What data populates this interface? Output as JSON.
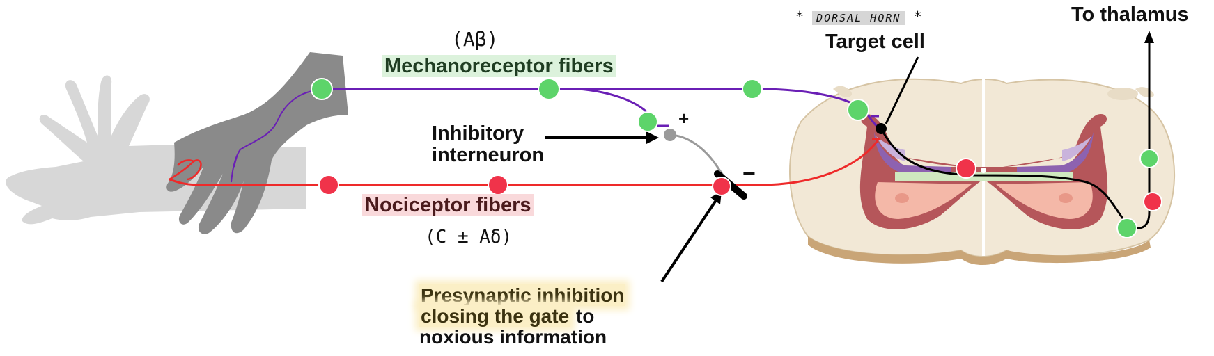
{
  "labels": {
    "mechano_greek": "(Aβ)",
    "mechano": "Mechanoreceptor fibers",
    "inhibitory_1": "Inhibitory",
    "inhibitory_2": "interneuron",
    "nociceptor": "Nociceptor fibers",
    "nociceptor_greek": "(C   ± Aδ)",
    "presynaptic_1": "Presynaptic inhibition",
    "presynaptic_2a": "closing the gate",
    "presynaptic_2b": " to",
    "presynaptic_3": "noxious information",
    "plus": "+",
    "minus": "−",
    "dorsal_star_left": "*",
    "dorsal_horn": "DORSAL HORN",
    "dorsal_star_right": "*",
    "target_cell": "Target cell",
    "to_thalamus": "To thalamus"
  },
  "colors": {
    "mechano_fiber": "#6a1fb5",
    "nociceptor_fiber": "#ee2a2a",
    "green_node": "#5dd46a",
    "red_node": "#f0334a",
    "interneuron": "#9a9a9a",
    "hand_dark": "#8a8a8a",
    "hand_light": "#d7d7d7",
    "cord_outer": "#f2e8d6",
    "grey_matter": "#b5565a",
    "dorsal_purple": "#8d62b0",
    "ventral_pink": "#f4b8a8"
  }
}
